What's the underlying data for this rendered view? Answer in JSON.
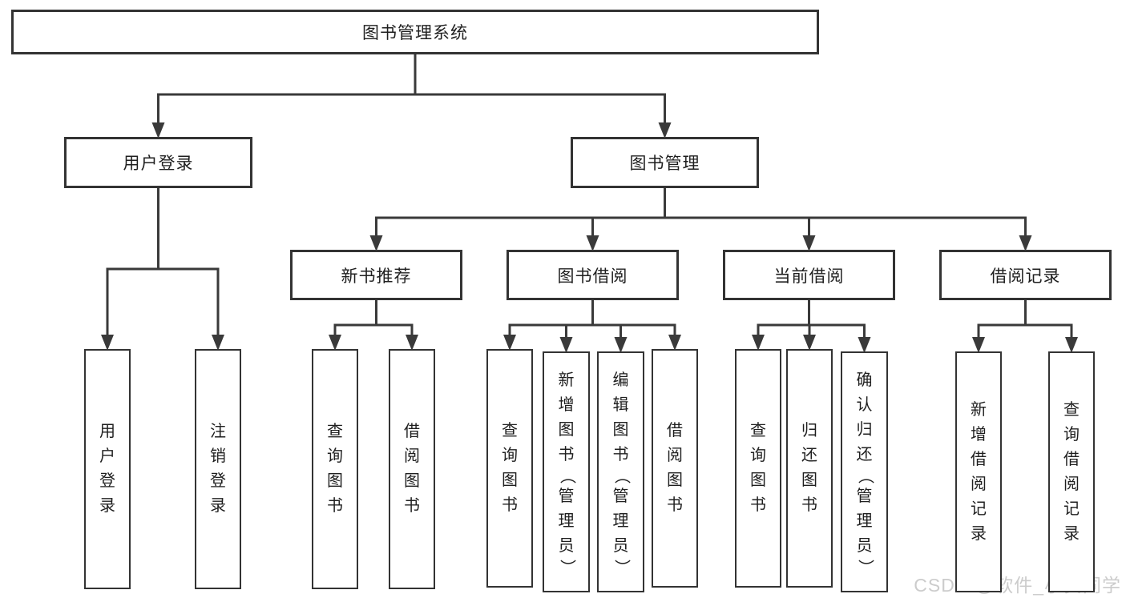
{
  "title": "图书管理系统",
  "colors": {
    "background": "#ffffff",
    "box_border": "#333333",
    "connector_line": "#3a3a3a",
    "text": "#1f1f1f",
    "watermark": "#c8c8c8"
  },
  "watermark": {
    "text": "CSDN @软件_小贺同学"
  },
  "tree": {
    "id": "root",
    "label": "图书管理系统",
    "children": [
      {
        "id": "user-login",
        "label": "用户登录",
        "children": [
          {
            "id": "ul-login",
            "label": "用户登录"
          },
          {
            "id": "ul-logout",
            "label": "注销登录"
          }
        ]
      },
      {
        "id": "book-mgmt",
        "label": "图书管理",
        "children": [
          {
            "id": "new-book-rec",
            "label": "新书推荐",
            "children": [
              {
                "id": "nbr-query",
                "label": "查询图书"
              },
              {
                "id": "nbr-borrow",
                "label": "借阅图书"
              }
            ]
          },
          {
            "id": "book-borrow",
            "label": "图书借阅",
            "children": [
              {
                "id": "bb-query",
                "label": "查询图书"
              },
              {
                "id": "bb-add",
                "label": "新增图书（管理员）"
              },
              {
                "id": "bb-edit",
                "label": "编辑图书（管理员）"
              },
              {
                "id": "bb-borrow",
                "label": "借阅图书"
              }
            ]
          },
          {
            "id": "current-borrow",
            "label": "当前借阅",
            "children": [
              {
                "id": "cb-query",
                "label": "查询图书"
              },
              {
                "id": "cb-return",
                "label": "归还图书"
              },
              {
                "id": "cb-confirm",
                "label": "确认归还（管理员）"
              }
            ]
          },
          {
            "id": "borrow-record",
            "label": "借阅记录",
            "children": [
              {
                "id": "br-add",
                "label": "新增借阅记录"
              },
              {
                "id": "br-query",
                "label": "查询借阅记录"
              }
            ]
          }
        ]
      }
    ]
  }
}
